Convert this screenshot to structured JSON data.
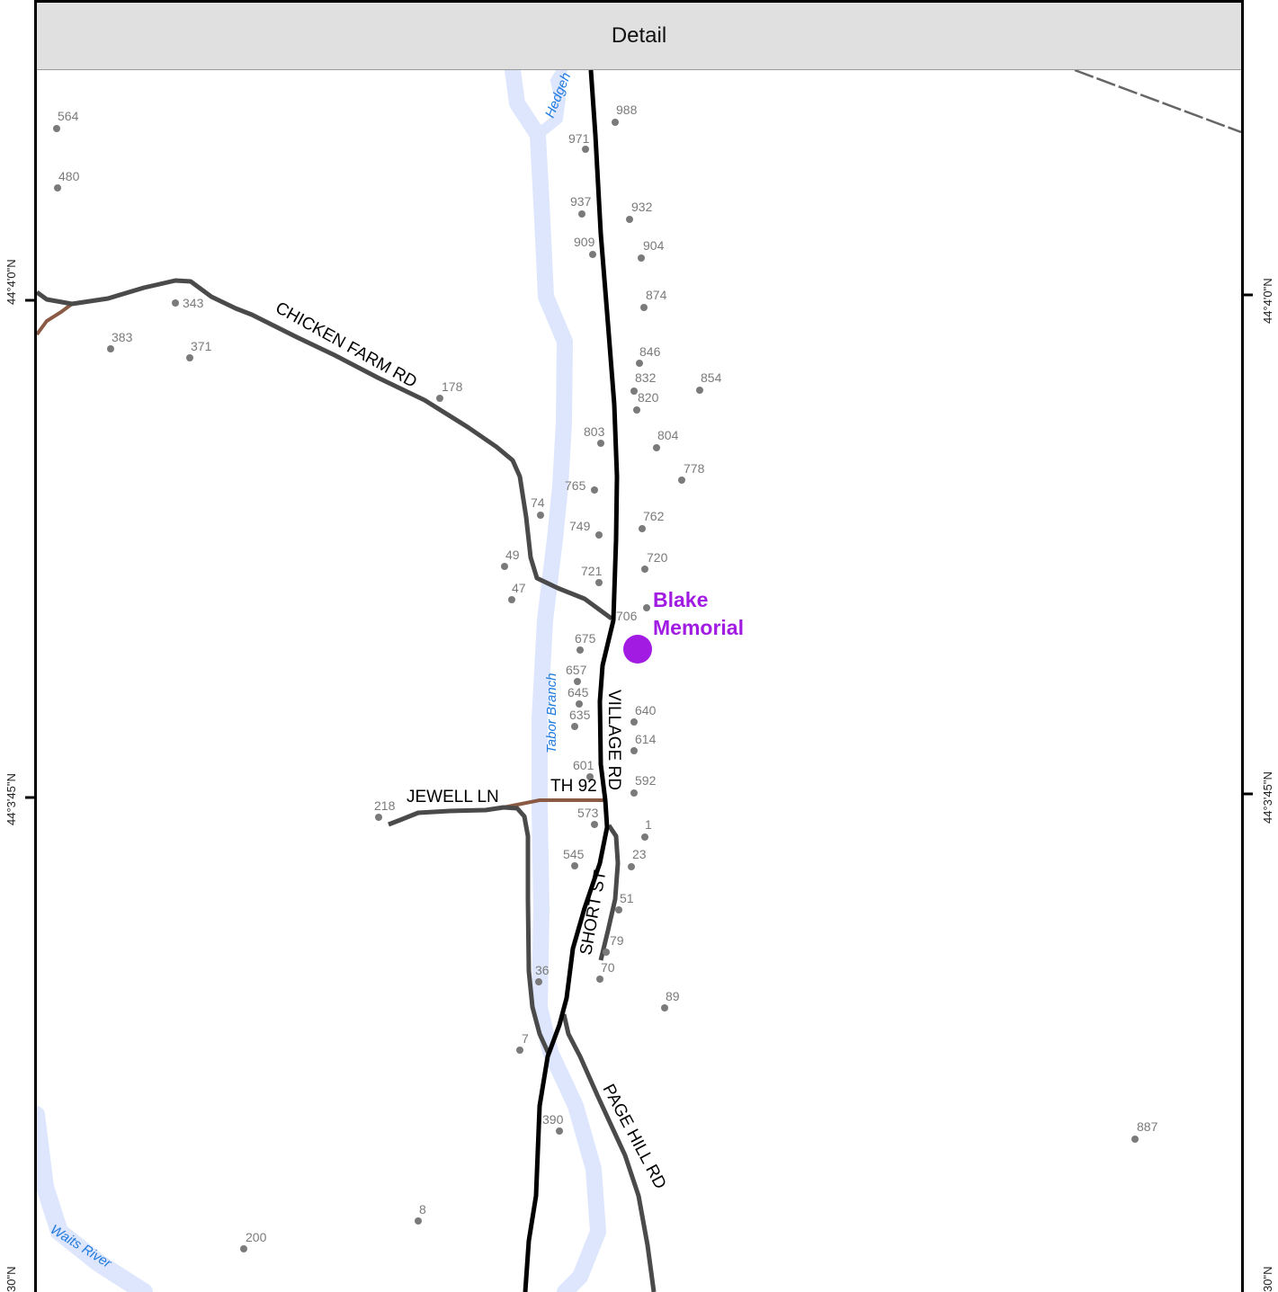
{
  "header": {
    "title": "Detail"
  },
  "latitude_labels": [
    "44°4'0\"N",
    "44°3'45\"N",
    "30\"N"
  ],
  "road_labels": {
    "chicken_farm": "CHICKEN FARM RD",
    "village": "VILLAGE RD",
    "jewell": "JEWELL LN",
    "th92": "TH 92",
    "short": "SHORT ST",
    "page_hill": "PAGE HILL RD"
  },
  "water_labels": {
    "hedgehog": "Hedgeh",
    "tabor": "Tabor Branch",
    "waits": "Waits River"
  },
  "poi": {
    "name_line1": "Blake",
    "name_line2": "Memorial",
    "color": "#a21be3"
  },
  "addresses": [
    "564",
    "480",
    "343",
    "383",
    "371",
    "178",
    "988",
    "971",
    "937",
    "932",
    "909",
    "904",
    "874",
    "846",
    "832",
    "854",
    "820",
    "803",
    "804",
    "778",
    "765",
    "74",
    "762",
    "749",
    "49",
    "720",
    "721",
    "47",
    "706",
    "675",
    "657",
    "645",
    "640",
    "635",
    "614",
    "601",
    "592",
    "218",
    "573",
    "1",
    "545",
    "23",
    "51",
    "79",
    "70",
    "36",
    "89",
    "7",
    "390",
    "887",
    "8",
    "200"
  ],
  "colors": {
    "road_major": "#000000",
    "road_local": "#4a4a4a",
    "road_track": "#8a5a44",
    "water": "#dde6fc",
    "water_label": "#1f7ae0",
    "address_dot": "#7a7a7a"
  }
}
